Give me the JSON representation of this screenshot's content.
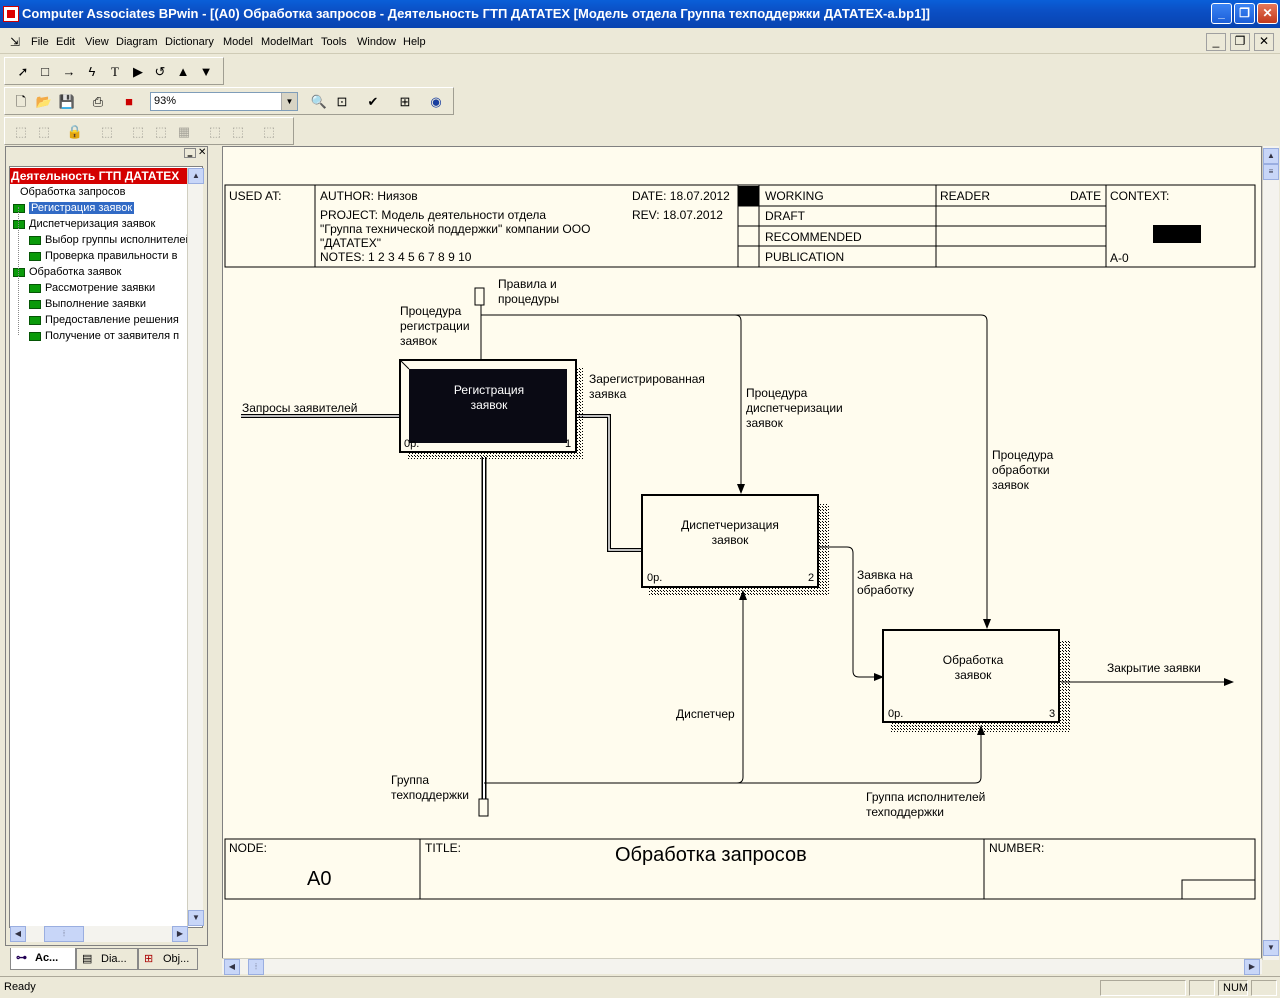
{
  "window": {
    "title": "Computer Associates BPwin - [(A0) Обработка запросов - Деятельность ГТП ДАТАТЕХ  [Модель отдела Группа техподдержки ДАТАТЕХ-a.bp1]]",
    "controls": [
      "minimize",
      "restore",
      "close"
    ]
  },
  "menu": {
    "items": [
      "File",
      "Edit",
      "View",
      "Diagram",
      "Dictionary",
      "Model",
      "ModelMart",
      "Tools",
      "Window",
      "Help"
    ]
  },
  "toolbar": {
    "zoom_value": "93%",
    "icons": [
      "pointer-icon",
      "box-icon",
      "arrow-icon",
      "squiggle-icon",
      "text-icon",
      "go-to-sibling-icon",
      "go-to-parent-icon",
      "go-to-child-icon",
      "new-icon",
      "open-icon",
      "save-icon",
      "print-icon",
      "color-icon",
      "zoom-in-icon",
      "zoom-fit-icon",
      "spell-check-icon",
      "model-explorer-icon",
      "report-icon"
    ]
  },
  "explorer": {
    "root": "Деятельность ГТП ДАТАТЕХ",
    "nodes": [
      {
        "label": "Обработка запросов",
        "level": 0,
        "icon": false
      },
      {
        "label": "Регистрация заявок",
        "level": 0,
        "icon": true,
        "selected": true
      },
      {
        "label": "Диспетчеризация заявок",
        "level": 0,
        "icon": true
      },
      {
        "label": "Выбор группы исполнителей",
        "level": 1,
        "icon": true
      },
      {
        "label": "Проверка правильности в",
        "level": 1,
        "icon": true
      },
      {
        "label": "Обработка заявок",
        "level": 0,
        "icon": true
      },
      {
        "label": "Рассмотрение заявки",
        "level": 1,
        "icon": true
      },
      {
        "label": "Выполнение заявки",
        "level": 1,
        "icon": true
      },
      {
        "label": "Предоставление решения",
        "level": 1,
        "icon": true
      },
      {
        "label": "Получение от заявителя п",
        "level": 1,
        "icon": true
      }
    ],
    "tabs": [
      "Ac...",
      "Dia...",
      "Obj..."
    ]
  },
  "diagram": {
    "header": {
      "used_at": "USED AT:",
      "author": "AUTHOR:  Ниязов",
      "project_line1": "PROJECT:  Модель деятельности отдела",
      "project_line2": "\"Группа технической поддержки\" компании ООО",
      "project_line3": "\"ДАТАТЕХ\"",
      "notes": "NOTES:  1  2  3  4  5  6  7  8  9  10",
      "date": "DATE:  18.07.2012",
      "rev": "REV:    18.07.2012",
      "working": "WORKING",
      "draft": "DRAFT",
      "recommended": "RECOMMENDED",
      "publication": "PUBLICATION",
      "reader": "READER",
      "reader_date": "DATE",
      "context": "CONTEXT:",
      "context_node": "A-0"
    },
    "boxes": [
      {
        "line1": "Регистрация",
        "line2": "заявок",
        "cost": "0р.",
        "number": "1"
      },
      {
        "line1": "Диспетчеризация",
        "line2": "заявок",
        "cost": "0р.",
        "number": "2"
      },
      {
        "line1": "Обработка",
        "line2": "заявок",
        "cost": "0р.",
        "number": "3"
      }
    ],
    "arrows": {
      "rules_1": "Правила и",
      "rules_2": "процедуры",
      "reg_proc_1": "Процедура",
      "reg_proc_2": "регистрации",
      "reg_proc_3": "заявок",
      "requests": "Запросы заявителей",
      "registered_1": "Зарегистрированная",
      "registered_2": "заявка",
      "disp_proc_1": "Процедура",
      "disp_proc_2": "диспетчеризации",
      "disp_proc_3": "заявок",
      "proc_proc_1": "Процедура",
      "proc_proc_2": "обработки",
      "proc_proc_3": "заявок",
      "req_proc_1": "Заявка на",
      "req_proc_2": "обработку",
      "close": "Закрытие заявки",
      "dispatcher": "Диспетчер",
      "support_1": "Группа",
      "support_2": "техподдержки",
      "executors_1": "Группа исполнителей",
      "executors_2": "техподдержки"
    },
    "footer": {
      "node_label": "NODE:",
      "node_value": "A0",
      "title_label": "TITLE:",
      "title_value": "Обработка запросов",
      "number_label": "NUMBER:"
    }
  },
  "status": {
    "text": "Ready",
    "num": "NUM"
  }
}
